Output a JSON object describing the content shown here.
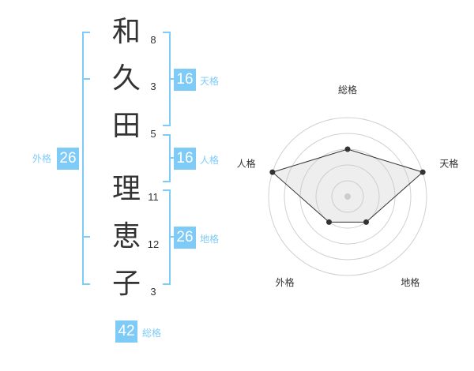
{
  "name_chars": [
    {
      "char": "和",
      "strokes": "8"
    },
    {
      "char": "久",
      "strokes": "3"
    },
    {
      "char": "田",
      "strokes": "5"
    },
    {
      "char": "理",
      "strokes": "11"
    },
    {
      "char": "恵",
      "strokes": "12"
    },
    {
      "char": "子",
      "strokes": "3"
    }
  ],
  "kaku": {
    "tenkaku": {
      "label": "天格",
      "value": "16"
    },
    "jinkaku": {
      "label": "人格",
      "value": "16"
    },
    "chikaku": {
      "label": "地格",
      "value": "26"
    },
    "gaikaku": {
      "label": "外格",
      "value": "26"
    },
    "soukaku": {
      "label": "総格",
      "value": "42"
    }
  },
  "accent_color": "#7fcbf7",
  "chart_data": {
    "type": "radar",
    "axes": [
      "総格",
      "天格",
      "地格",
      "外格",
      "人格"
    ],
    "values": [
      3,
      5,
      2,
      2,
      5
    ],
    "range": [
      0,
      5
    ],
    "rings": 5
  }
}
